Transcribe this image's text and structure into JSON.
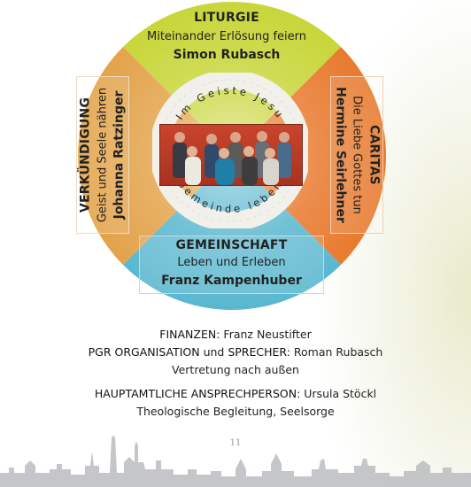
{
  "sections": {
    "liturgie": {
      "title": "LITURGIE",
      "subtitle": "Miteinander Erlösung feiern",
      "person": "Simon Rubasch"
    },
    "verkuendigung": {
      "title": "VERKÜNDIGUNG",
      "subtitle": "Geist und Seele nähren",
      "person": "Johanna Ratzinger"
    },
    "caritas": {
      "title": "CARITAS",
      "subtitle": "Die Liebe Gottes tun",
      "person": "Hermine Seirlehner"
    },
    "gemeinschaft": {
      "title": "GEMEINSCHAFT",
      "subtitle": "Leben und Erleben",
      "person": "Franz Kampenhuber"
    }
  },
  "center": {
    "ring_top": "Im Geiste Jesu",
    "ring_bottom": "Gemeinde leben"
  },
  "colors": {
    "liturgie": "#c8d63a",
    "caritas": "#e87a2e",
    "gemeinschaft": "#5ab7cf",
    "verkuendigung": "#e3a34a",
    "puzzle": "#f2f0ea"
  },
  "info": {
    "finanzen_label": "FINANZEN",
    "finanzen_name": ": Franz Neustifter",
    "pgr_label": "PGR ORGANISATION",
    "pgr_und": " und ",
    "sprecher_label": "SPRECHER",
    "sprecher_name": ": Roman Rubasch",
    "pgr_sub": "Vertretung nach außen",
    "haupt_label": "HAUPTAMTLICHE ANSPRECHPERSON",
    "haupt_name": ": Ursula Stöckl",
    "haupt_sub": "Theologische Begleitung, Seelsorge"
  },
  "page_number": "11"
}
